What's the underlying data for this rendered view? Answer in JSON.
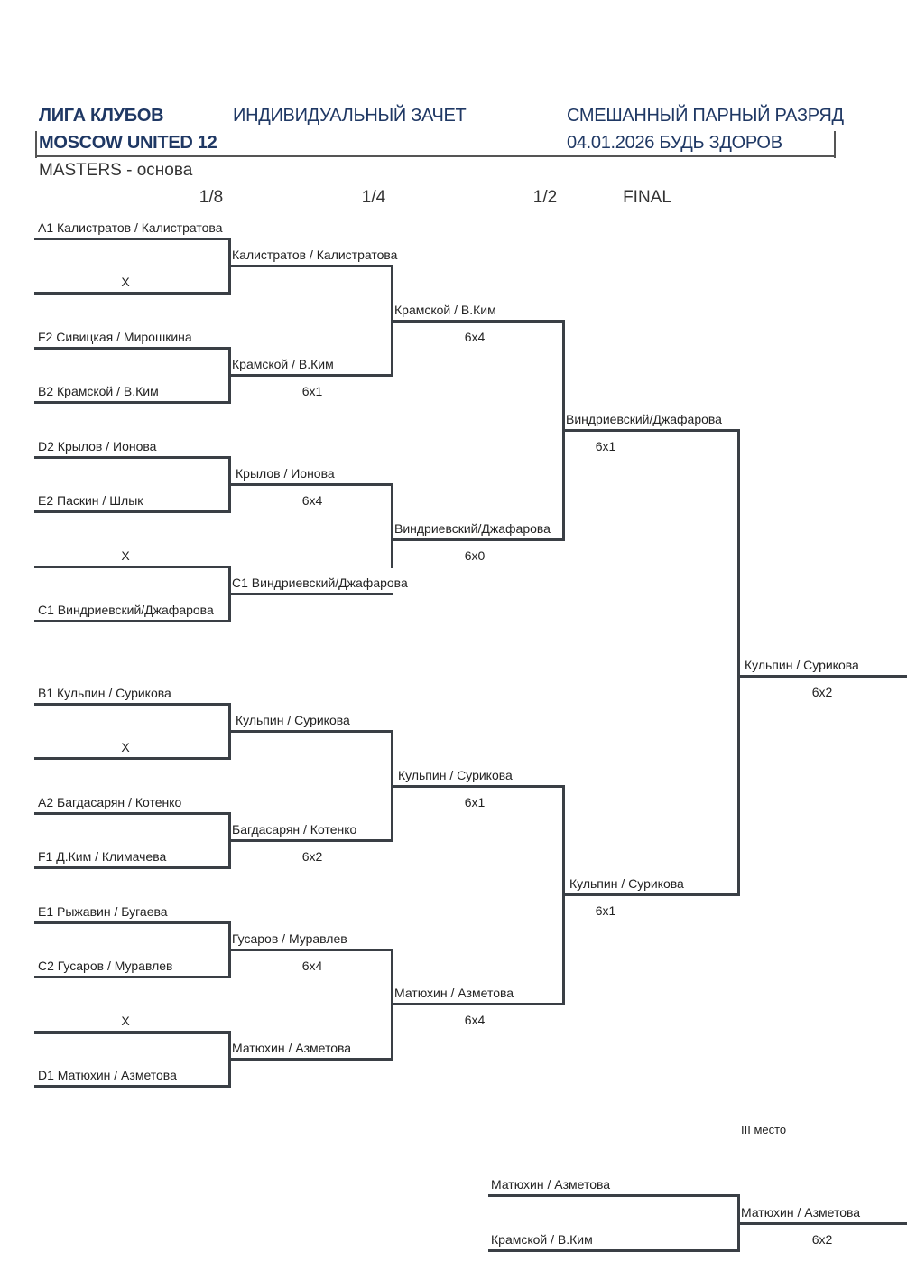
{
  "header": {
    "league": "ЛИГА КЛУБОВ",
    "event_type": "ИНДИВИДУАЛЬНЫЙ ЗАЧЕТ",
    "discipline": "СМЕШАННЫЙ ПАРНЫЙ РАЗРЯД",
    "tournament": "MOSCOW UNITED 12",
    "date_venue": "04.01.2026  БУДЬ ЗДОРОВ",
    "category": "MASTERS - основа"
  },
  "rounds": [
    "1/8",
    "1/4",
    "1/2",
    "FINAL"
  ],
  "r16": [
    "A1 Калистратов / Калистратова",
    "X",
    "F2 Сивицкая / Мирошкина",
    "B2 Крамской / В.Ким",
    "D2 Крылов / Ионова",
    "E2 Паскин / Шлык",
    "X",
    "C1 Виндриевский/Джафарова",
    "B1 Кульпин / Сурикова",
    "X",
    "A2 Багдасарян / Котенко",
    "F1  Д.Ким / Климачева",
    "E1 Рыжавин / Бугаева",
    "C2 Гусаров / Муравлев",
    "X",
    "D1 Матюхин / Азметова"
  ],
  "qf": [
    {
      "name": "Калистратов / Калистратова",
      "score": ""
    },
    {
      "name": "Крамской / В.Ким",
      "score": "6х1"
    },
    {
      "name": "Крылов / Ионова",
      "score": "6х4"
    },
    {
      "name": "С1 Виндриевский/Джафарова",
      "score": ""
    },
    {
      "name": "Кульпин / Сурикова",
      "score": ""
    },
    {
      "name": "Багдасарян / Котенко",
      "score": "6х2"
    },
    {
      "name": "Гусаров / Муравлев",
      "score": "6х4"
    },
    {
      "name": "Матюхин / Азметова",
      "score": ""
    }
  ],
  "sf": [
    {
      "name": "Крамской / В.Ким",
      "score": "6х4"
    },
    {
      "name": "Виндриевский/Джафарова",
      "score": "6х0"
    },
    {
      "name": "Кульпин / Сурикова",
      "score": "6х1"
    },
    {
      "name": "Матюхин / Азметова",
      "score": "6х4"
    }
  ],
  "final": [
    {
      "name": "Виндриевский/Джафарова",
      "score": "6х1"
    },
    {
      "name": "Кульпин / Сурикова",
      "score": "6х1"
    }
  ],
  "winner": {
    "name": "Кульпин / Сурикова",
    "score": "6х2"
  },
  "third_place": {
    "title": "III место",
    "players": [
      "Матюхин / Азметова",
      "Крамской / В.Ким"
    ],
    "winner": "Матюхин / Азметова",
    "score": "6х2"
  }
}
